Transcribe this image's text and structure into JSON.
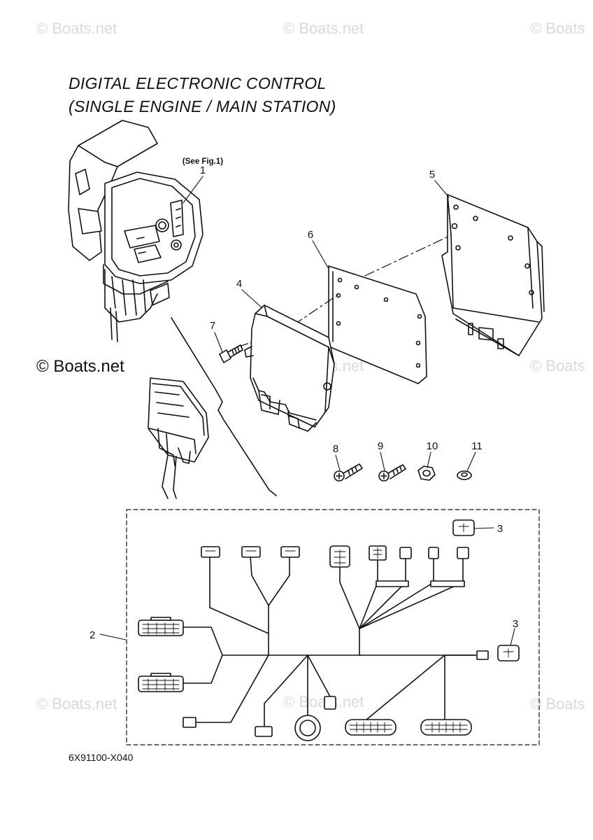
{
  "title": {
    "line1": "DIGITAL ELECTRONIC CONTROL",
    "line2": "(SINGLE ENGINE / MAIN STATION)"
  },
  "see_fig": "(See Fig.1)",
  "watermark": "© Boats.net",
  "watermark_partial": "© Boats",
  "part_number": "6X91100-X040",
  "callouts": [
    "1",
    "2",
    "3",
    "3",
    "4",
    "5",
    "6",
    "7",
    "8",
    "9",
    "10",
    "11"
  ]
}
